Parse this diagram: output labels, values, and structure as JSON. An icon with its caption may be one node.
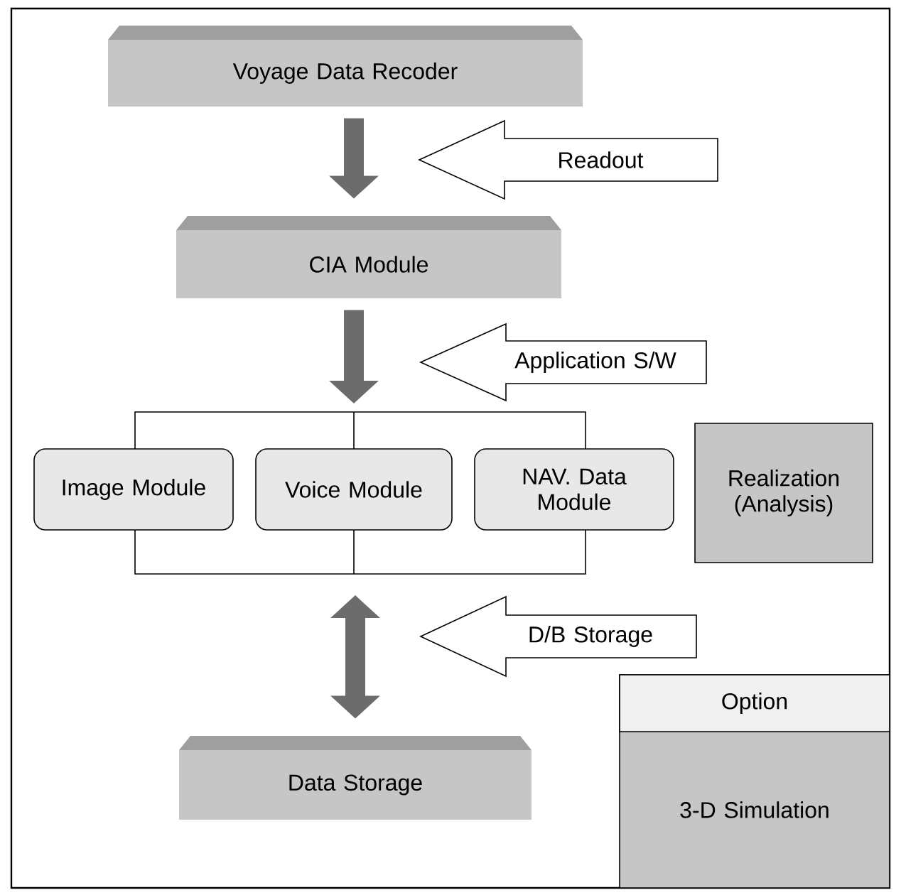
{
  "diagram": {
    "nodes": [
      {
        "text": [
          "Voyage Data Recoder"
        ]
      },
      {
        "text": [
          "Readout"
        ]
      },
      {
        "text": [
          "CIA Module"
        ]
      },
      {
        "text": [
          "Application S/W"
        ]
      },
      {
        "text": [
          "Image Module"
        ]
      },
      {
        "text": [
          "Voice Module"
        ]
      },
      {
        "text": [
          "NAV. Data Module"
        ]
      },
      {
        "text": [
          "Realization (Analysis)"
        ]
      },
      {
        "text": [
          "D/B Storage"
        ]
      },
      {
        "text": [
          "Data Storage"
        ]
      },
      {
        "text": [
          "Option",
          "3-D Simulation"
        ]
      }
    ],
    "edges": [
      {
        "from": 0,
        "to": 2,
        "arrow": "to"
      },
      {
        "from": 2,
        "to": null,
        "arrow": "to"
      },
      {
        "from": null,
        "to": 9,
        "arrow": "both"
      },
      {
        "from": 1,
        "to": null,
        "arrow": "to"
      },
      {
        "from": 3,
        "to": null,
        "arrow": "to"
      },
      {
        "from": 8,
        "to": null,
        "arrow": "to"
      }
    ]
  }
}
